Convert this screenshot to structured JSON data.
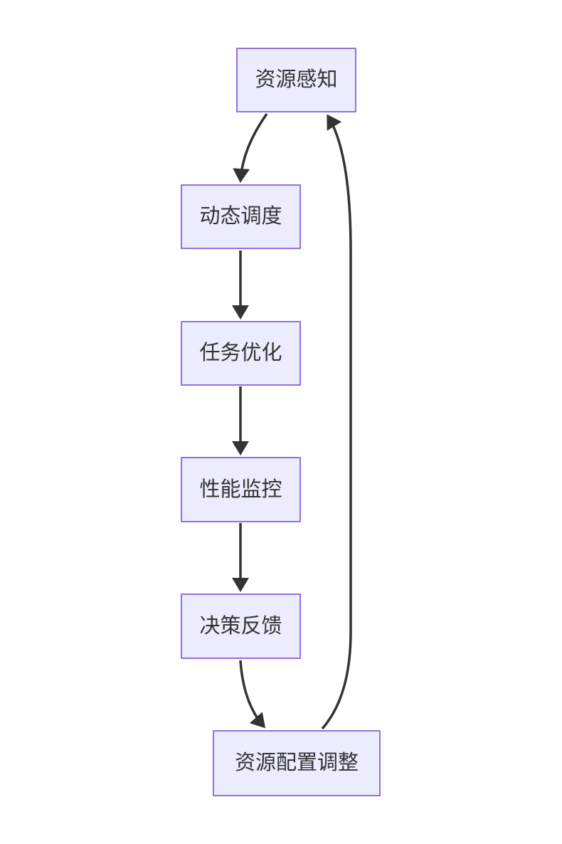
{
  "diagram": {
    "type": "flowchart",
    "direction": "top-down-cycle",
    "nodes": [
      {
        "id": "A",
        "label": "资源感知"
      },
      {
        "id": "B",
        "label": "动态调度"
      },
      {
        "id": "C",
        "label": "任务优化"
      },
      {
        "id": "D",
        "label": "性能监控"
      },
      {
        "id": "E",
        "label": "决策反馈"
      },
      {
        "id": "F",
        "label": "资源配置调整"
      }
    ],
    "edges": [
      {
        "from": "资源感知",
        "to": "动态调度"
      },
      {
        "from": "动态调度",
        "to": "任务优化"
      },
      {
        "from": "任务优化",
        "to": "性能监控"
      },
      {
        "from": "性能监控",
        "to": "决策反馈"
      },
      {
        "from": "决策反馈",
        "to": "资源配置调整"
      },
      {
        "from": "资源配置调整",
        "to": "资源感知"
      }
    ],
    "colors": {
      "background": "#FFFFFF",
      "node_fill": "#ECECFF",
      "node_border": "#9370DB",
      "node_text": "#333333",
      "arrow": "#333333"
    }
  }
}
